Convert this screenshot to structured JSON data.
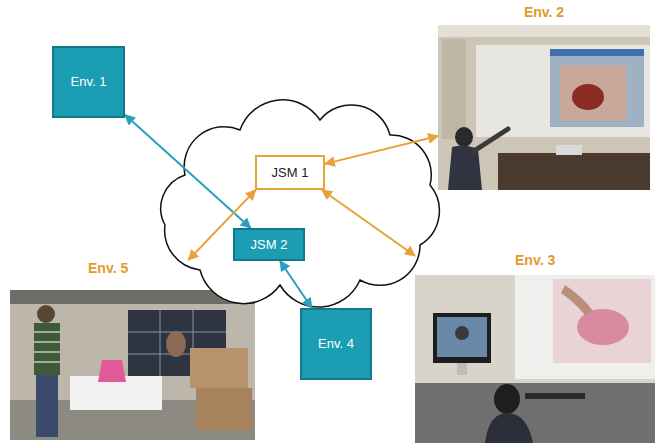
{
  "diagram": {
    "nodes": [
      {
        "text": [
          "Env. 1"
        ]
      },
      {
        "text": [
          "Env. 2"
        ]
      },
      {
        "text": [
          "JSM 1"
        ]
      },
      {
        "text": [
          "JSM 2"
        ]
      },
      {
        "text": [
          "Env. 5"
        ]
      },
      {
        "text": [
          "Env. 3"
        ]
      },
      {
        "text": [
          "Env. 4"
        ]
      }
    ],
    "edges": [
      {
        "from": 0,
        "to": 3,
        "arrow": "both"
      },
      {
        "from": 2,
        "to": 1,
        "arrow": "both"
      },
      {
        "from": 2,
        "to": 4,
        "arrow": "both"
      },
      {
        "from": 2,
        "to": 5,
        "arrow": "both"
      },
      {
        "from": 3,
        "to": 6,
        "arrow": "both"
      }
    ]
  }
}
